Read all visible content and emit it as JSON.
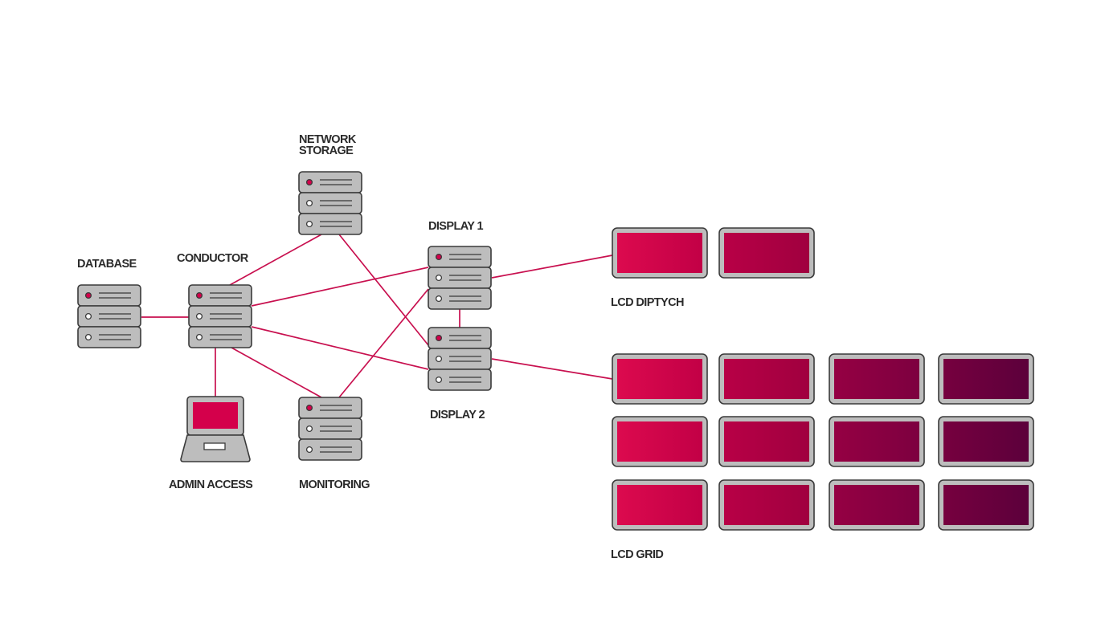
{
  "colors": {
    "accent": "#d4004b",
    "link": "#c8104f",
    "device_gray": "#bdbdbd",
    "outline": "#3a3a3a",
    "screen_gradient": [
      "#d4004b",
      "#a8003f",
      "#850041",
      "#5e003d"
    ]
  },
  "labels": {
    "database": "DATABASE",
    "conductor": "CONDUCTOR",
    "network_storage_line1": "NETWORK",
    "network_storage_line2": "STORAGE",
    "display1": "DISPLAY 1",
    "display2": "DISPLAY 2",
    "admin_access": "ADMIN ACCESS",
    "monitoring": "MONITORING",
    "lcd_diptych": "LCD DIPTYCH",
    "lcd_grid": "LCD GRID"
  },
  "icons": {
    "server": "server-rack-icon",
    "laptop": "laptop-icon",
    "screen": "lcd-screen-icon"
  },
  "lcd_grid": {
    "rows": 3,
    "columns": 4
  },
  "lcd_diptych": {
    "columns": 2
  }
}
